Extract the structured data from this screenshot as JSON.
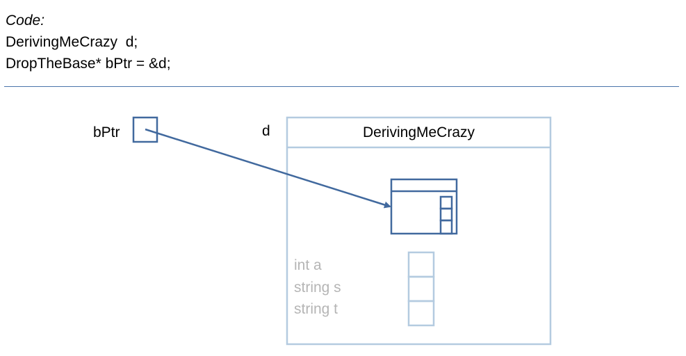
{
  "code": {
    "heading": "Code:",
    "lines": [
      "DerivingMeCrazy  d;",
      "DropTheBase* bPtr = &d;"
    ]
  },
  "diagram": {
    "pointer_label": "bPtr",
    "object_label": "d",
    "class_name": "DerivingMeCrazy",
    "faded_fields": [
      "int a",
      "string s",
      "string t"
    ]
  },
  "colors": {
    "accent": "#41699e",
    "faded_outline": "#b4cbe0",
    "faded_text": "#b5b5b5",
    "divider": "#4a74aa"
  }
}
